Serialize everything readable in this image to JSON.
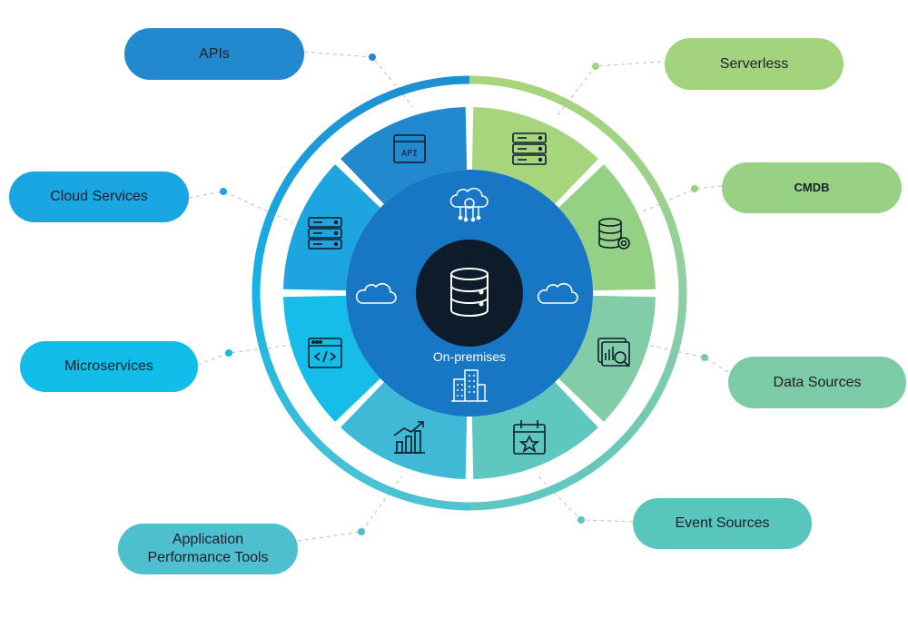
{
  "diagram": {
    "center_label": "On-premises",
    "colors": {
      "ring_blue": "#1f8fd4",
      "ring_green": "#a9d47a",
      "ring_teal": "#5ec7c0",
      "inner_circle": "#1777c4",
      "core": "#0d1b2a"
    },
    "pills": [
      {
        "id": "apis",
        "label": "APIs",
        "color": "#2389cf"
      },
      {
        "id": "serverless",
        "label": "Serverless",
        "color": "#a3d37c"
      },
      {
        "id": "cloud-services",
        "label": "Cloud Services",
        "color": "#1aa6e2"
      },
      {
        "id": "cmdb",
        "label": "CMDB",
        "color": "#97d183"
      },
      {
        "id": "microservices",
        "label": "Microservices",
        "color": "#13bde9"
      },
      {
        "id": "data-sources",
        "label": "Data Sources",
        "color": "#7dcaa7"
      },
      {
        "id": "application-performance-tools",
        "label": "Application\nPerformance Tools",
        "color": "#4dbfcf"
      },
      {
        "id": "event-sources",
        "label": "Event Sources",
        "color": "#58c6bb"
      }
    ],
    "segments": [
      {
        "id": "apis",
        "color": "#2389cf",
        "icon": "api-window-icon"
      },
      {
        "id": "serverless",
        "color": "#a6d57d",
        "icon": "server-stack-icon"
      },
      {
        "id": "cmdb",
        "color": "#95d184",
        "icon": "database-gear-icon"
      },
      {
        "id": "data-sources",
        "color": "#82cda8",
        "icon": "data-analytics-icon"
      },
      {
        "id": "event-sources",
        "color": "#5ec7c0",
        "icon": "calendar-star-icon"
      },
      {
        "id": "application-performance-tools",
        "color": "#40b9d6",
        "icon": "growth-chart-icon"
      },
      {
        "id": "microservices",
        "color": "#16bde9",
        "icon": "code-window-icon"
      },
      {
        "id": "cloud-services",
        "color": "#1ea5e0",
        "icon": "server-stack-icon"
      }
    ]
  }
}
